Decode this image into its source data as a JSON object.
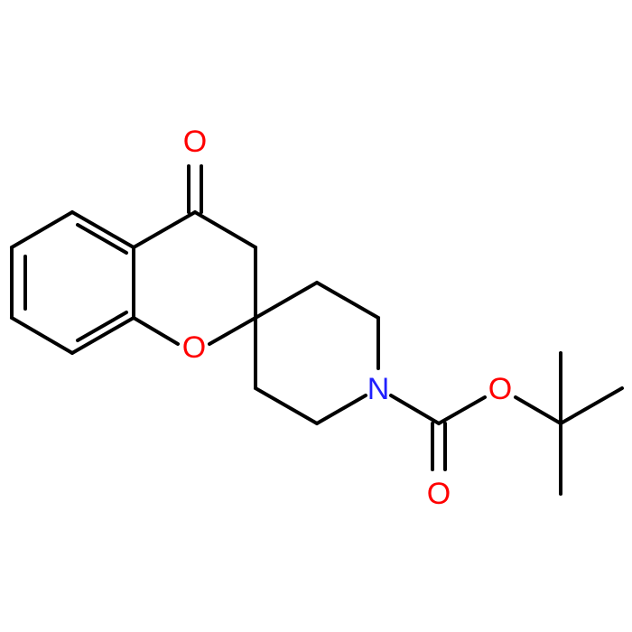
{
  "molecule": {
    "atoms": [
      {
        "id": "o_ketone",
        "symbol": "O",
        "color": "#ff0000"
      },
      {
        "id": "o_ring",
        "symbol": "O",
        "color": "#ff0000"
      },
      {
        "id": "n_piperidine",
        "symbol": "N",
        "color": "#2020ff"
      },
      {
        "id": "o_ester",
        "symbol": "O",
        "color": "#ff0000"
      },
      {
        "id": "o_carbonyl",
        "symbol": "O",
        "color": "#ff0000"
      }
    ],
    "bond_color": "#000000"
  }
}
